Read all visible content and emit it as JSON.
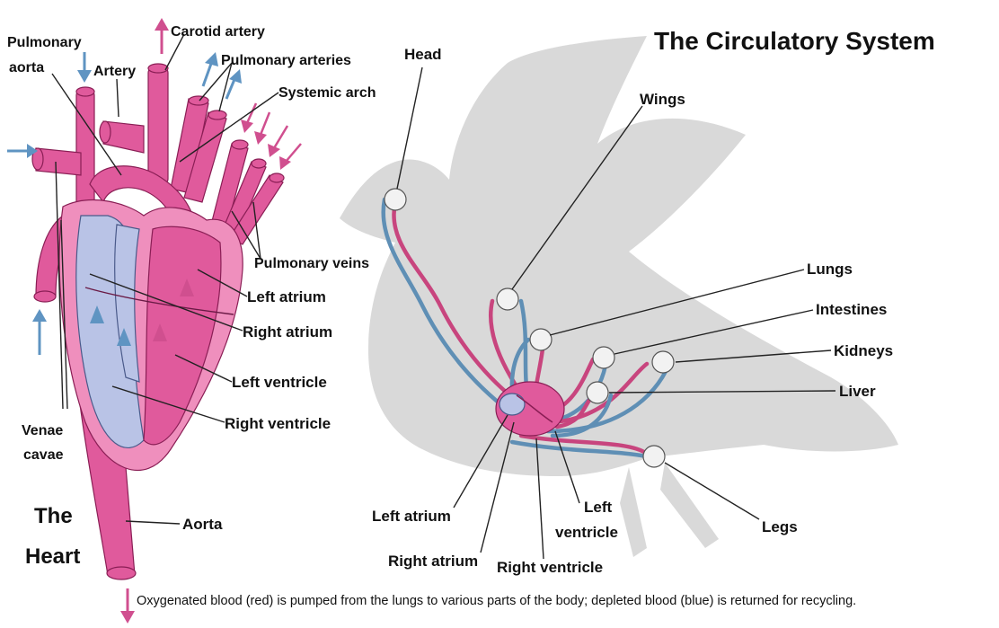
{
  "title": "The Circulatory System",
  "heart_title": [
    "The",
    "Heart"
  ],
  "heart_labels": {
    "pulmonary_aorta": [
      "Pulmonary",
      "aorta"
    ],
    "artery": "Artery",
    "carotid_artery": "Carotid artery",
    "pulmonary_arteries": "Pulmonary arteries",
    "systemic_arch": "Systemic arch",
    "pulmonary_veins": "Pulmonary veins",
    "left_atrium": "Left atrium",
    "right_atrium": "Right atrium",
    "left_ventricle": "Left ventricle",
    "right_ventricle": "Right ventricle",
    "venae_cavae": [
      "Venae",
      "cavae"
    ],
    "aorta": "Aorta"
  },
  "bird_labels": {
    "head": "Head",
    "wings": "Wings",
    "lungs": "Lungs",
    "intestines": "Intestines",
    "kidneys": "Kidneys",
    "liver": "Liver",
    "legs": "Legs",
    "left_atrium": "Left atrium",
    "right_atrium": "Right atrium",
    "right_ventricle": "Right ventricle",
    "left_ventricle": [
      "Left",
      "ventricle"
    ]
  },
  "caption": "Oxygenated blood (red) is pumped from the lungs to various parts of the body; depleted blood (blue) is returned for recycling.",
  "colors": {
    "oxygenated": "#e05a9c",
    "depleted": "#b9c3e6",
    "bird_silhouette": "#d9d9d9"
  }
}
